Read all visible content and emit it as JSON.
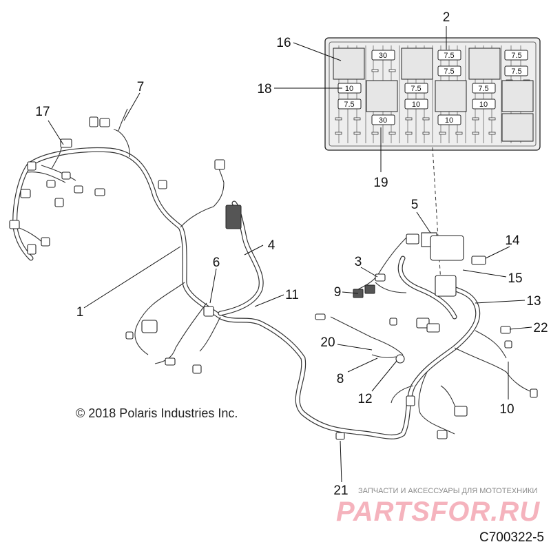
{
  "diagram": {
    "callouts": [
      {
        "id": "2",
        "label": "2"
      },
      {
        "id": "16",
        "label": "16"
      },
      {
        "id": "18",
        "label": "18"
      },
      {
        "id": "19",
        "label": "19"
      },
      {
        "id": "17",
        "label": "17"
      },
      {
        "id": "7",
        "label": "7"
      },
      {
        "id": "1",
        "label": "1"
      },
      {
        "id": "4",
        "label": "4"
      },
      {
        "id": "6",
        "label": "6"
      },
      {
        "id": "11",
        "label": "11"
      },
      {
        "id": "5",
        "label": "5"
      },
      {
        "id": "14",
        "label": "14"
      },
      {
        "id": "3",
        "label": "3"
      },
      {
        "id": "15",
        "label": "15"
      },
      {
        "id": "9",
        "label": "9"
      },
      {
        "id": "13",
        "label": "13"
      },
      {
        "id": "22",
        "label": "22"
      },
      {
        "id": "20",
        "label": "20"
      },
      {
        "id": "8",
        "label": "8"
      },
      {
        "id": "12",
        "label": "12"
      },
      {
        "id": "10",
        "label": "10"
      },
      {
        "id": "21",
        "label": "21"
      }
    ],
    "fuses": [
      {
        "id": "f1",
        "label": "30"
      },
      {
        "id": "f2",
        "label": "7.5"
      },
      {
        "id": "f3",
        "label": "7.5"
      },
      {
        "id": "f4",
        "label": "7.5"
      },
      {
        "id": "f5",
        "label": "7.5"
      },
      {
        "id": "f6",
        "label": "10"
      },
      {
        "id": "f7",
        "label": "7.5"
      },
      {
        "id": "f8",
        "label": "7.5"
      },
      {
        "id": "f9",
        "label": "7.5"
      },
      {
        "id": "f10",
        "label": "10"
      },
      {
        "id": "f11",
        "label": "10"
      },
      {
        "id": "f12",
        "label": "30"
      },
      {
        "id": "f13",
        "label": "10"
      }
    ],
    "copyright": "© 2018 Polaris Industries Inc.",
    "part_code": "C700322-5",
    "watermark_small": "ЗАПЧАСТИ И АКСЕССУАРЫ ДЛЯ МОТОТЕХНИКИ",
    "watermark_big": "PARTSFOR.RU"
  }
}
